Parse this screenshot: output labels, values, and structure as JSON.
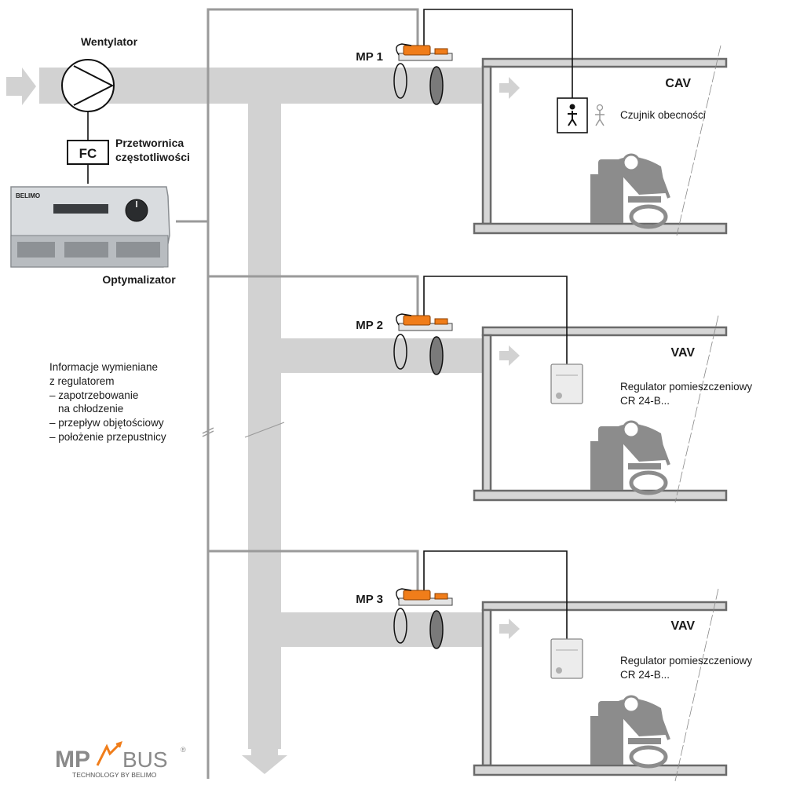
{
  "fan_label": "Wentylator",
  "fc_box": "FC",
  "fc_label_1": "Przetwornica",
  "fc_label_2": "częstotliwości",
  "optimizer_label": "Optymalizator",
  "device_brand": "BELIMO",
  "info": {
    "title_1": "Informacje wymieniane",
    "title_2": "z regulatorem",
    "item_1a": "– zapotrzebowanie",
    "item_1b": "na chłodzenie",
    "item_2": "– przepływ objętościowy",
    "item_3": "– położenie przepustnicy"
  },
  "rooms": [
    {
      "mp": "MP 1",
      "mode": "CAV",
      "device_line_1": "Czujnik obecności",
      "device_line_2": ""
    },
    {
      "mp": "MP 2",
      "mode": "VAV",
      "device_line_1": "Regulator pomieszczeniowy",
      "device_line_2": "CR 24-B..."
    },
    {
      "mp": "MP 3",
      "mode": "VAV",
      "device_line_1": "Regulator pomieszczeniowy",
      "device_line_2": "CR 24-B..."
    }
  ],
  "logo": {
    "mp": "MP",
    "bus": "BUS",
    "reg": "®",
    "tagline": "TECHNOLOGY BY BELIMO"
  },
  "colors": {
    "duct": "#d2d2d2",
    "bus_line": "#9a9a9a",
    "actuator": "#f07d1a",
    "wall": "#d6d6d6",
    "person": "#8c8c8c"
  }
}
